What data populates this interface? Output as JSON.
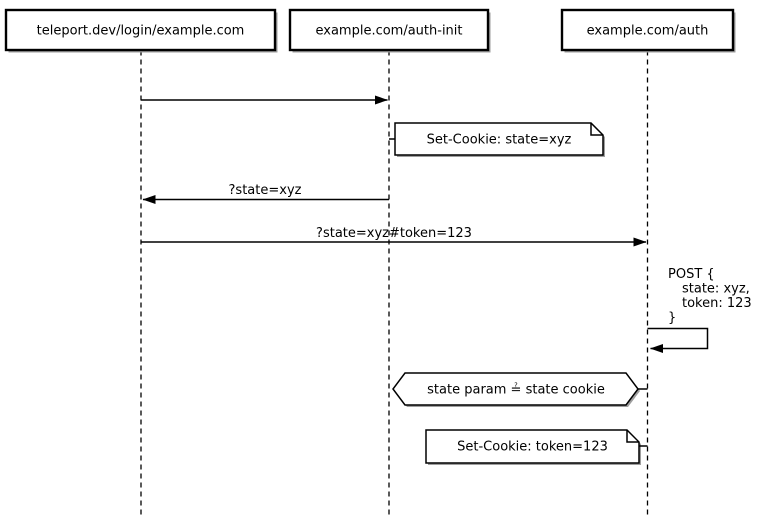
{
  "participants": [
    {
      "label": "teleport.dev/login/example.com"
    },
    {
      "label": "example.com/auth-init"
    },
    {
      "label": "example.com/auth"
    }
  ],
  "messages": [
    {
      "from": "teleport.dev/login/example.com",
      "to": "example.com/auth-init",
      "label": ""
    },
    {
      "from": "example.com/auth-init",
      "to": "teleport.dev/login/example.com",
      "label": "?state=xyz"
    },
    {
      "from": "teleport.dev/login/example.com",
      "to": "example.com/auth",
      "label": "?state=xyz#token=123"
    },
    {
      "from": "example.com/auth",
      "to": "example.com/auth",
      "type": "self",
      "lines": [
        "POST {",
        "state: xyz,",
        "token: 123",
        "}"
      ]
    }
  ],
  "notes": [
    {
      "text": "Set-Cookie: state=xyz",
      "attached_to": "example.com/auth-init"
    },
    {
      "text": "Set-Cookie: token=123",
      "attached_to": "example.com/auth"
    }
  ],
  "condition": {
    "text": "state param ≟ state cookie",
    "attached_to": "example.com/auth"
  },
  "colors": {
    "stroke": "#000000",
    "background": "#ffffff",
    "shadow": "#9e9e9e"
  }
}
